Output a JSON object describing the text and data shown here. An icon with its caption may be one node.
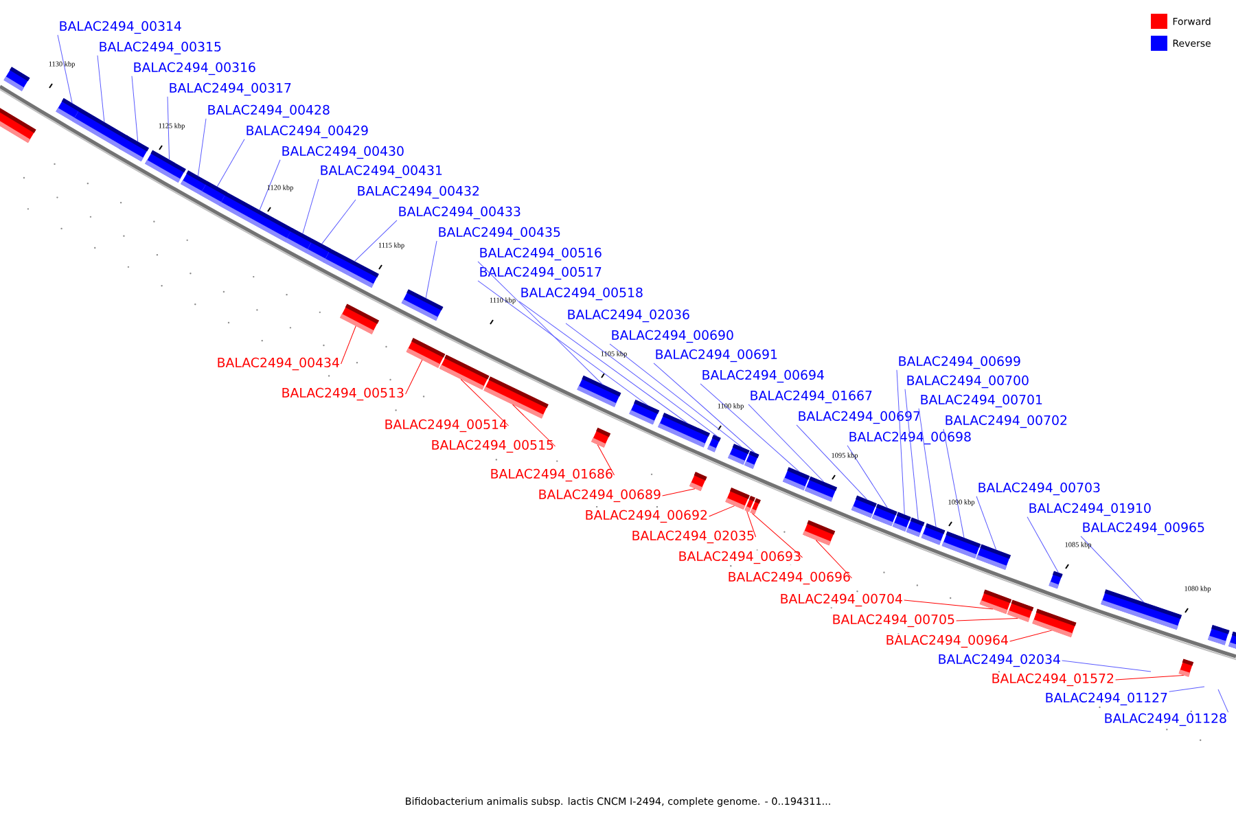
{
  "diagram": {
    "caption": "Bifidobacterium animalis subsp. lactis CNCM I-2494, complete genome. - 0..194311...",
    "nodes": [
      {
        "text": [
          "BALAC2494_00314"
        ]
      },
      {
        "text": [
          "BALAC2494_00315"
        ]
      },
      {
        "text": [
          "BALAC2494_00316"
        ]
      },
      {
        "text": [
          "BALAC2494_00317"
        ]
      },
      {
        "text": [
          "BALAC2494_00428"
        ]
      },
      {
        "text": [
          "BALAC2494_00429"
        ]
      },
      {
        "text": [
          "BALAC2494_00430"
        ]
      },
      {
        "text": [
          "BALAC2494_00431"
        ]
      },
      {
        "text": [
          "BALAC2494_00432"
        ]
      },
      {
        "text": [
          "BALAC2494_00433"
        ]
      },
      {
        "text": [
          "BALAC2494_00435"
        ]
      },
      {
        "text": [
          "BALAC2494_00516"
        ]
      },
      {
        "text": [
          "BALAC2494_00517"
        ]
      },
      {
        "text": [
          "BALAC2494_00518"
        ]
      },
      {
        "text": [
          "BALAC2494_02036"
        ]
      },
      {
        "text": [
          "BALAC2494_00690"
        ]
      },
      {
        "text": [
          "BALAC2494_00691"
        ]
      },
      {
        "text": [
          "BALAC2494_00434"
        ]
      },
      {
        "text": [
          "BALAC2494_00699"
        ]
      },
      {
        "text": [
          "BALAC2494_00694"
        ]
      },
      {
        "text": [
          "BALAC2494_00700"
        ]
      },
      {
        "text": [
          "BALAC2494_00513"
        ]
      },
      {
        "text": [
          "BALAC2494_01667"
        ]
      },
      {
        "text": [
          "BALAC2494_00701"
        ]
      },
      {
        "text": [
          "BALAC2494_00697"
        ]
      },
      {
        "text": [
          "BALAC2494_00702"
        ]
      },
      {
        "text": [
          "BALAC2494_00514"
        ]
      },
      {
        "text": [
          "BALAC2494_00698"
        ]
      },
      {
        "text": [
          "BALAC2494_00515"
        ]
      },
      {
        "text": [
          "BALAC2494_01686"
        ]
      },
      {
        "text": [
          "BALAC2494_00703"
        ]
      },
      {
        "text": [
          "BALAC2494_00689"
        ]
      },
      {
        "text": [
          "BALAC2494_01910"
        ]
      },
      {
        "text": [
          "BALAC2494_00692"
        ]
      },
      {
        "text": [
          "BALAC2494_00965"
        ]
      },
      {
        "text": [
          "BALAC2494_02035"
        ]
      },
      {
        "text": [
          "BALAC2494_00693"
        ]
      },
      {
        "text": [
          "BALAC2494_00696"
        ]
      },
      {
        "text": [
          "BALAC2494_00704"
        ]
      },
      {
        "text": [
          "BALAC2494_00705"
        ]
      },
      {
        "text": [
          "BALAC2494_00964"
        ]
      },
      {
        "text": [
          "BALAC2494_02034"
        ]
      },
      {
        "text": [
          "BALAC2494_01572"
        ]
      },
      {
        "text": [
          "BALAC2494_01127"
        ]
      },
      {
        "text": [
          "BALAC2494_01128"
        ]
      },
      {
        "text": [],
        "shape": "box"
      },
      {
        "text": [],
        "shape": "box"
      },
      {
        "text": [],
        "shape": "box"
      },
      {
        "text": [],
        "shape": "box"
      },
      {
        "text": [],
        "shape": "box"
      },
      {
        "text": [],
        "shape": "box"
      },
      {
        "text": [],
        "shape": "box"
      },
      {
        "text": [],
        "shape": "box"
      },
      {
        "text": [],
        "shape": "box"
      },
      {
        "text": [],
        "shape": "box"
      },
      {
        "text": [],
        "shape": "box"
      },
      {
        "text": [],
        "shape": "box"
      },
      {
        "text": [],
        "shape": "box"
      },
      {
        "text": [],
        "shape": "box"
      },
      {
        "text": [],
        "shape": "box"
      },
      {
        "text": [],
        "shape": "box"
      },
      {
        "text": [],
        "shape": "box"
      },
      {
        "text": [],
        "shape": "box"
      },
      {
        "text": [],
        "shape": "box"
      },
      {
        "text": [],
        "shape": "box"
      },
      {
        "text": [],
        "shape": "box"
      },
      {
        "text": [],
        "shape": "box"
      },
      {
        "text": [],
        "shape": "box"
      },
      {
        "text": [],
        "shape": "box"
      },
      {
        "text": [],
        "shape": "box"
      },
      {
        "text": [],
        "shape": "box"
      },
      {
        "text": [],
        "shape": "box"
      },
      {
        "text": [],
        "shape": "box"
      },
      {
        "text": [],
        "shape": "box"
      },
      {
        "text": [],
        "shape": "box"
      },
      {
        "text": [],
        "shape": "box"
      },
      {
        "text": [],
        "shape": "box"
      },
      {
        "text": [],
        "shape": "box"
      },
      {
        "text": [],
        "shape": "box"
      },
      {
        "text": [],
        "shape": "box"
      },
      {
        "text": [],
        "shape": "box"
      },
      {
        "text": [],
        "shape": "box"
      },
      {
        "text": [],
        "shape": "box"
      },
      {
        "text": [],
        "shape": "box"
      },
      {
        "text": [],
        "shape": "box"
      },
      {
        "text": [],
        "shape": "box"
      },
      {
        "text": [],
        "shape": "box"
      },
      {
        "text": [],
        "shape": "box"
      },
      {
        "text": [],
        "shape": "box"
      },
      {
        "text": [],
        "shape": "box"
      },
      {
        "text": [],
        "shape": "box"
      }
    ],
    "edges": [
      {
        "from": 0,
        "to": 47,
        "arrow": "none"
      },
      {
        "from": 1,
        "to": 48,
        "arrow": "none"
      },
      {
        "from": 2,
        "to": 49,
        "arrow": "none"
      },
      {
        "from": 3,
        "to": 50,
        "arrow": "none"
      },
      {
        "from": 4,
        "to": 51,
        "arrow": "none"
      },
      {
        "from": 5,
        "to": 52,
        "arrow": "none"
      },
      {
        "from": 6,
        "to": 53,
        "arrow": "none"
      },
      {
        "from": 7,
        "to": 54,
        "arrow": "none"
      },
      {
        "from": 8,
        "to": 55,
        "arrow": "none"
      },
      {
        "from": 9,
        "to": 56,
        "arrow": "none"
      },
      {
        "from": 10,
        "to": 58,
        "arrow": "none"
      },
      {
        "from": 11,
        "to": 62,
        "arrow": "none"
      },
      {
        "from": 12,
        "to": 64,
        "arrow": "none"
      },
      {
        "from": 13,
        "to": 65,
        "arrow": "none"
      },
      {
        "from": 14,
        "to": 67,
        "arrow": "none"
      },
      {
        "from": 15,
        "to": 68,
        "arrow": "none"
      },
      {
        "from": 16,
        "to": 70,
        "arrow": "none"
      },
      {
        "from": 17,
        "to": 57,
        "arrow": "none",
        "color": "#ff0000"
      },
      {
        "from": 18,
        "to": 78,
        "arrow": "none"
      },
      {
        "from": 19,
        "to": 73,
        "arrow": "none"
      },
      {
        "from": 20,
        "to": 79,
        "arrow": "none"
      },
      {
        "from": 21,
        "to": 59,
        "arrow": "none",
        "color": "#ff0000"
      },
      {
        "from": 22,
        "to": 74,
        "arrow": "none"
      },
      {
        "from": 23,
        "to": 80,
        "arrow": "none"
      },
      {
        "from": 24,
        "to": 76,
        "arrow": "none"
      },
      {
        "from": 25,
        "to": 81,
        "arrow": "none"
      },
      {
        "from": 26,
        "to": 60,
        "arrow": "none",
        "color": "#ff0000"
      },
      {
        "from": 27,
        "to": 77,
        "arrow": "none"
      },
      {
        "from": 28,
        "to": 61,
        "arrow": "none",
        "color": "#ff0000"
      },
      {
        "from": 29,
        "to": 63,
        "arrow": "none",
        "color": "#ff0000"
      },
      {
        "from": 30,
        "to": 82,
        "arrow": "none"
      },
      {
        "from": 31,
        "to": 66,
        "arrow": "none",
        "color": "#ff0000"
      },
      {
        "from": 32,
        "to": 86,
        "arrow": "none"
      },
      {
        "from": 33,
        "to": 69,
        "arrow": "none",
        "color": "#ff0000"
      },
      {
        "from": 34,
        "to": 87,
        "arrow": "none"
      },
      {
        "from": 35,
        "to": 71,
        "arrow": "none",
        "color": "#ff0000"
      },
      {
        "from": 36,
        "to": 72,
        "arrow": "none",
        "color": "#ff0000"
      },
      {
        "from": 37,
        "to": 75,
        "arrow": "none",
        "color": "#ff0000"
      },
      {
        "from": 38,
        "to": 83,
        "arrow": "none",
        "color": "#ff0000"
      },
      {
        "from": 39,
        "to": 84,
        "arrow": "none",
        "color": "#ff0000"
      },
      {
        "from": 40,
        "to": 85,
        "arrow": "none",
        "color": "#ff0000"
      },
      {
        "from": 41,
        "to": null,
        "arrow": "none"
      },
      {
        "from": 42,
        "to": 88,
        "arrow": "none",
        "color": "#ff0000"
      },
      {
        "from": 43,
        "to": null,
        "arrow": "none"
      },
      {
        "from": 44,
        "to": null,
        "arrow": "none"
      }
    ],
    "labels": [
      "1130 kbp",
      "1125 kbp",
      "1120 kbp",
      "1115 kbp",
      "1110 kbp",
      "1105 kbp",
      "1100 kbp",
      "1095 kbp",
      "1090 kbp",
      "1085 kbp",
      "1080 kbp"
    ],
    "legend": [
      {
        "text": "Forward",
        "color": "#ff0000"
      },
      {
        "text": "Reverse",
        "color": "#0000ff"
      }
    ]
  }
}
